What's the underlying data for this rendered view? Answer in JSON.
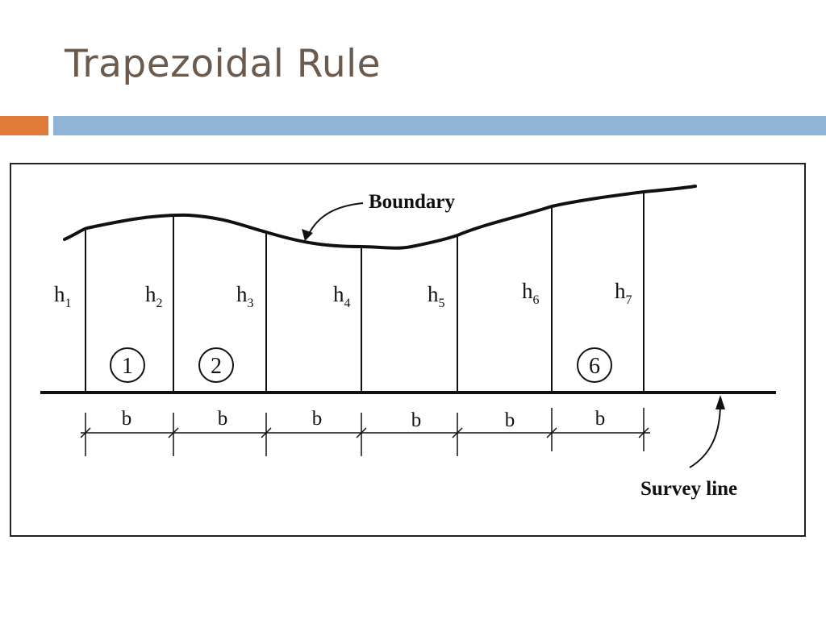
{
  "slide": {
    "title": "Trapezoidal Rule",
    "accent_colors": {
      "orange": "#e07b39",
      "blue": "#8fb4d6"
    }
  },
  "diagram": {
    "boundary_label": "Boundary",
    "survey_line_label": "Survey line",
    "ordinates": [
      {
        "base": "h",
        "sub": "1"
      },
      {
        "base": "h",
        "sub": "2"
      },
      {
        "base": "h",
        "sub": "3"
      },
      {
        "base": "h",
        "sub": "4"
      },
      {
        "base": "h",
        "sub": "5"
      },
      {
        "base": "h",
        "sub": "6"
      },
      {
        "base": "h",
        "sub": "7"
      }
    ],
    "strip_numbers": [
      "1",
      "2",
      "6"
    ],
    "interval_labels": [
      "b",
      "b",
      "b",
      "b",
      "b",
      "b"
    ]
  }
}
